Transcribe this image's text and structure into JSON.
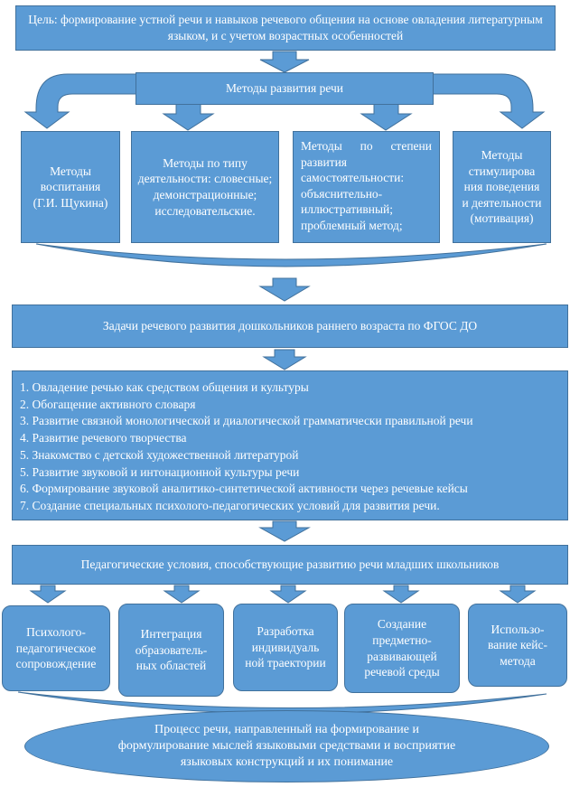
{
  "goal": "Цель: формирование устной речи и навыков речевого общения на основе овладения литературным языком, и с учетом возрастных особенностей",
  "methods_title": "Методы развития речи",
  "methods": [
    "Методы воспитания (Г.И. Щукина)",
    "Методы по типу деятельности: словесные; демонстрационные; исследовательские.",
    "Методы по степени развития самостоятельности: объяснительно-иллюстративный; проблемный метод;",
    "Методы стимулирова ния поведения и деятельности (мотивация)"
  ],
  "tasks_title": "Задачи речевого развития дошкольников раннего возраста по ФГОС ДО",
  "tasks": [
    "1. Овладение речью как средством общения и культуры",
    "2. Обогащение активного словаря",
    "3. Развитие связной монологической и диалогической грамматически правильной речи",
    "4. Развитие речевого творчества",
    "5. Знакомство с детской художественной литературой",
    "5. Развитие звуковой и интонационной культуры  речи",
    "6. Формирование звуковой аналитико-синтетической  активности через речевые кейсы",
    "7. Создание специальных психолого-педагогических  условий для развития речи."
  ],
  "conditions_title": "Педагогические условия, способствующие развитию речи младших школьников",
  "conditions": [
    "Психолого-педагогическое сопровождение",
    "Интеграция образователь-ных областей",
    "Разработка индивидуаль ной траектории",
    "Создание предметно-развивающей речевой среды",
    "Использо-вание кейс-метода"
  ],
  "process": "Процесс речи, направленный на формирование и формулирование мыслей языковыми средствами и восприятие языковых конструкций и их понимание",
  "colors": {
    "fill": "#5b9bd5",
    "border": "#41719c",
    "text": "#ffffff"
  }
}
